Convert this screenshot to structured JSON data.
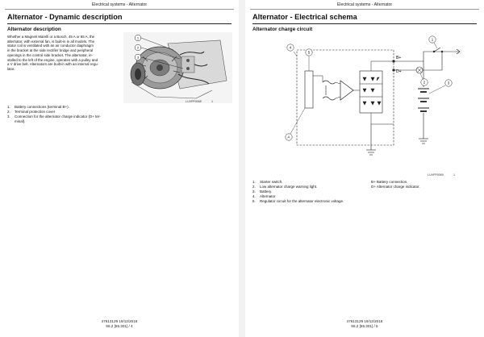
{
  "left": {
    "header": "Electrical systems - Alternator",
    "title": "Alternator - Dynamic description",
    "subtitle": "Alternator description",
    "body_lines": [
      "Whether a Magneti Marelli or a Bosch, 45 A or 65 A, the",
      "alternator, with external fan, is built-in in all models. The",
      "stator coil is ventilated with an air conductor diaphragm",
      "in the bracket at the side rectifier bridge and peripheral",
      "openings in the control side bracket. The alternator, in-",
      "stalled to the left of the engine, operates with a pulley and",
      "a V drive belt. Alternators are built-in with an internal regu-",
      "lator."
    ],
    "figure_code": "LUVFP0068",
    "figure_number": "1",
    "callouts": [
      "1",
      "2",
      "3"
    ],
    "legend": [
      {
        "num": "1.",
        "text": "Battery connections (terminal B+)."
      },
      {
        "num": "2.",
        "text": "Terminal protection cover"
      },
      {
        "num": "3.",
        "text": "Connection for the alternator charge indicator (D+ ter-"
      },
      {
        "num": "",
        "text": "minal)."
      }
    ],
    "footer_line1": "47613129 19/12/2016",
    "footer_line2": "55.2 [55.301] / 4"
  },
  "right": {
    "header": "Electrical systems - Alternator",
    "title": "Alternator - Electrical schema",
    "subtitle": "Alternator charge circuit",
    "figure_code": "LUVFP0069",
    "figure_number": "1",
    "schema_labels": {
      "c1": "1",
      "c2": "2",
      "c3": "3",
      "c4": "4",
      "c5": "5",
      "b_plus": "B+",
      "d_plus": "D+",
      "a": "A"
    },
    "legend_left": [
      {
        "num": "1.",
        "text": "Starter switch."
      },
      {
        "num": "2.",
        "text": "Low alternator charge warning light."
      },
      {
        "num": "3.",
        "text": "Battery."
      },
      {
        "num": "4.",
        "text": "Alternator"
      },
      {
        "num": "5.",
        "text": "Regulator circuit for the alternator electronic voltage."
      }
    ],
    "legend_right": [
      {
        "num": "",
        "text": "B+ Battery connection."
      },
      {
        "num": "",
        "text": "D+ Alternator charge indicator."
      }
    ],
    "footer_line1": "47613129 19/12/2016",
    "footer_line2": "55.2 [55.301] / 5"
  }
}
